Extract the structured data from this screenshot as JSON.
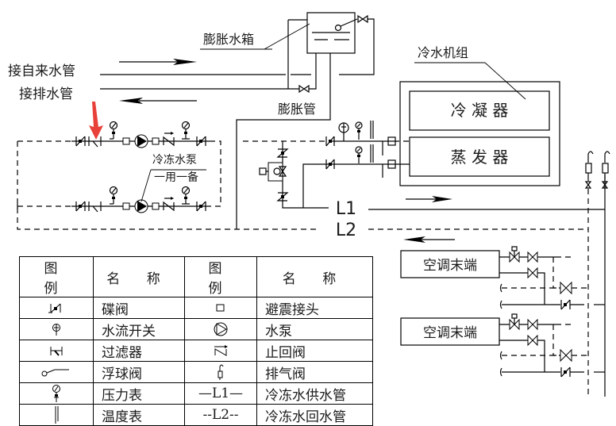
{
  "labels": {
    "expansion_tank": "膨胀水箱",
    "tap_water_in": "接自来水管",
    "drain_pipe": "接排水管",
    "expansion_pipe": "膨胀管",
    "chiller_unit": "冷水机组",
    "condenser": "冷 凝 器",
    "evaporator": "蒸 发 器",
    "pump_note_line1": "冷冻水泵",
    "pump_note_line2": "一用一备",
    "supply_line": "L1",
    "return_line": "L2",
    "ac_terminal_1": "空调末端",
    "ac_terminal_2": "空调末端"
  },
  "annotation": {
    "highlight_arrow_color": "#e8413a",
    "highlight_target": "过滤器"
  },
  "legend": {
    "headers": [
      "图　例",
      "名 称",
      "图　例",
      "名 称"
    ],
    "rows": [
      {
        "left_symbol": "butterfly-valve",
        "left_name": "碟阀",
        "right_symbol": "flexible-joint",
        "right_name": "避震接头"
      },
      {
        "left_symbol": "flow-switch",
        "left_name": "水流开关",
        "right_symbol": "water-pump",
        "right_name": "水泵"
      },
      {
        "left_symbol": "strainer",
        "left_name": "过滤器",
        "right_symbol": "check-valve",
        "right_name": "止回阀"
      },
      {
        "left_symbol": "float-valve",
        "left_name": "浮球阀",
        "right_symbol": "air-vent-valve",
        "right_name": "排气阀"
      },
      {
        "left_symbol": "pressure-gauge",
        "left_name": "压力表",
        "right_symbol_text": "—L1—",
        "right_name": "冷冻水供水管"
      },
      {
        "left_symbol": "thermometer",
        "left_name": "温度表",
        "right_symbol_text": "--L2--",
        "right_name": "冷冻水回水管"
      }
    ]
  }
}
